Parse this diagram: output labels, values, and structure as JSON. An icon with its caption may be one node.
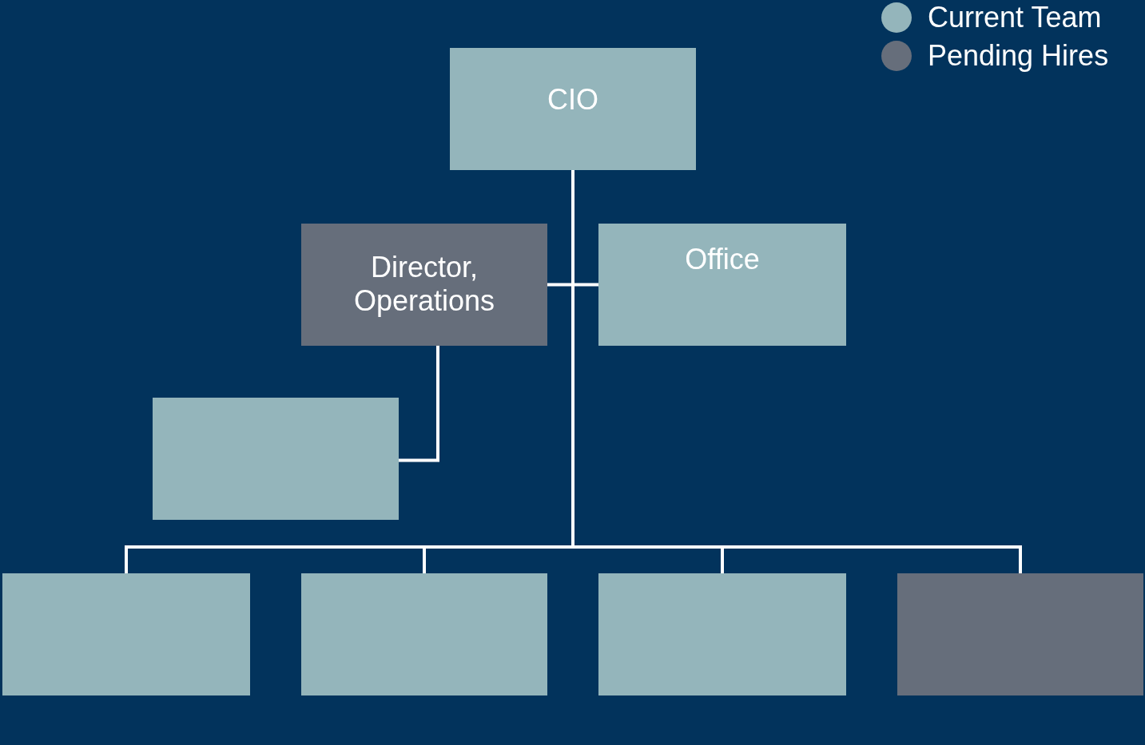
{
  "diagram": {
    "nodes": [
      {
        "text": [
          "CIO"
        ]
      },
      {
        "text": [
          "Director, Operations"
        ]
      },
      {
        "text": [
          "Office"
        ]
      },
      {
        "text": [],
        "shape": "box"
      },
      {
        "text": [],
        "shape": "box"
      },
      {
        "text": [],
        "shape": "box"
      },
      {
        "text": [],
        "shape": "box"
      },
      {
        "text": [],
        "shape": "box"
      }
    ],
    "edges": [
      {
        "from": 0,
        "to": 1,
        "arrow": "none"
      },
      {
        "from": 0,
        "to": 2,
        "arrow": "none"
      },
      {
        "from": 1,
        "to": 3,
        "arrow": "none"
      },
      {
        "from": 0,
        "to": 4,
        "arrow": "none"
      },
      {
        "from": 0,
        "to": 5,
        "arrow": "none"
      },
      {
        "from": 0,
        "to": 6,
        "arrow": "none"
      },
      {
        "from": 0,
        "to": 7,
        "arrow": "none"
      }
    ],
    "legend": [
      {
        "text": "Current Team",
        "color": "#94b5bb"
      },
      {
        "text": "Pending Hires",
        "color": "#666e7b"
      }
    ]
  }
}
